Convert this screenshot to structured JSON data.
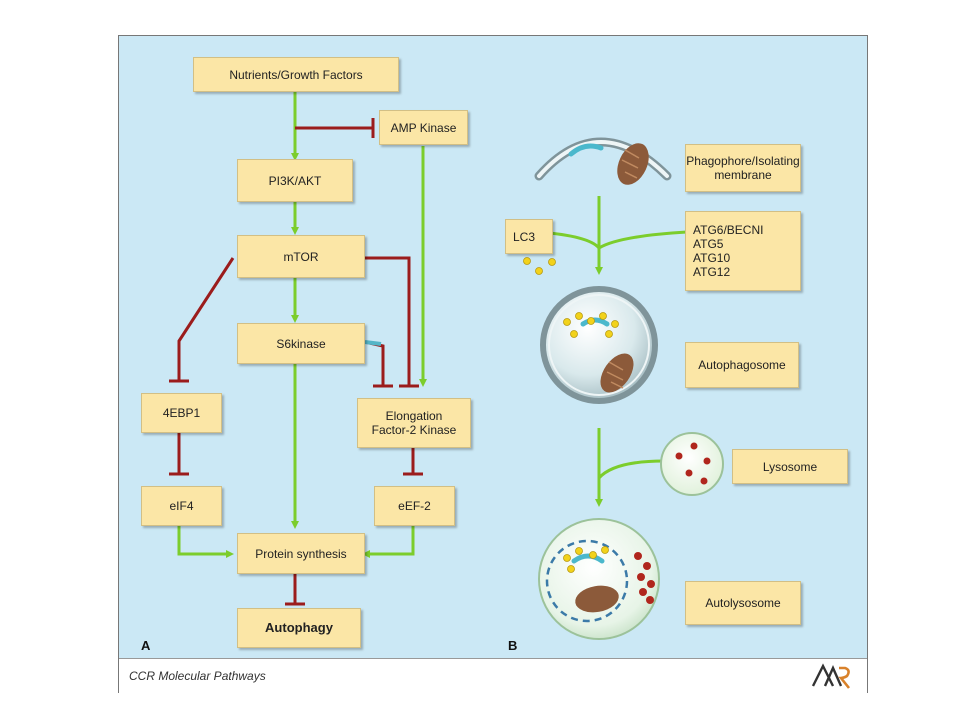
{
  "panel_a": {
    "label": "A",
    "nodes": {
      "nutrients": "Nutrients/Growth Factors",
      "ampk": "AMP Kinase",
      "pi3k": "PI3K/AKT",
      "mtor": "mTOR",
      "s6k": "S6kinase",
      "4ebp1": "4EBP1",
      "eef2k_line1": "Elongation",
      "eef2k_line2": "Factor-2 Kinase",
      "eif4": "eIF4",
      "eef2": "eEF-2",
      "protein": "Protein synthesis",
      "autophagy": "Autophagy"
    }
  },
  "panel_b": {
    "label": "B",
    "nodes": {
      "phagophore_line1": "Phagophore/Isolating",
      "phagophore_line2": "membrane",
      "lc3": "LC3",
      "atg": [
        "ATG6/BECNI",
        "ATG5",
        "ATG10",
        "ATG12"
      ],
      "autophagosome": "Autophagosome",
      "lysosome": "Lysosome",
      "autolysosome": "Autolysosome"
    }
  },
  "footer": {
    "journal": "CCR Molecular Pathways"
  },
  "colors": {
    "activation": "#7ccd2c",
    "inhibition": "#9b1c1c",
    "box_fill": "#fbe6a6",
    "panel_bg": "#cbe8f5"
  }
}
